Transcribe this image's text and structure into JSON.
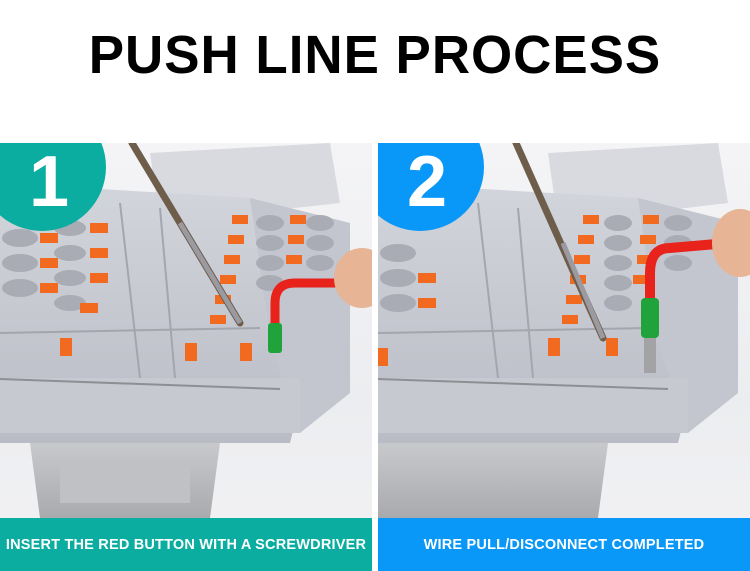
{
  "title": "PUSH LINE PROCESS",
  "steps": [
    {
      "number": "1",
      "caption": "INSERT THE RED BUTTON WITH A SCREWDRIVER",
      "accent_color": "#0aada0",
      "image_description": "Grey push-in terminal blocks on DIN rail with orange release buttons; screwdriver pressing orange button while red wire with green ferrule is inserted"
    },
    {
      "number": "2",
      "caption": "WIRE PULL/DISCONNECT COMPLETED",
      "accent_color": "#0a98f8",
      "image_description": "Same terminal blocks; screwdriver pressing release while red wire with green ferrule is pulled out, exposing metal ferrule tip"
    }
  ],
  "colors": {
    "title": "#000000",
    "background": "#ffffff",
    "terminal_grey": "#c9cbd3",
    "button_orange": "#f26a1f",
    "wire_red": "#e8231c",
    "ferrule_green": "#1fa33a"
  }
}
